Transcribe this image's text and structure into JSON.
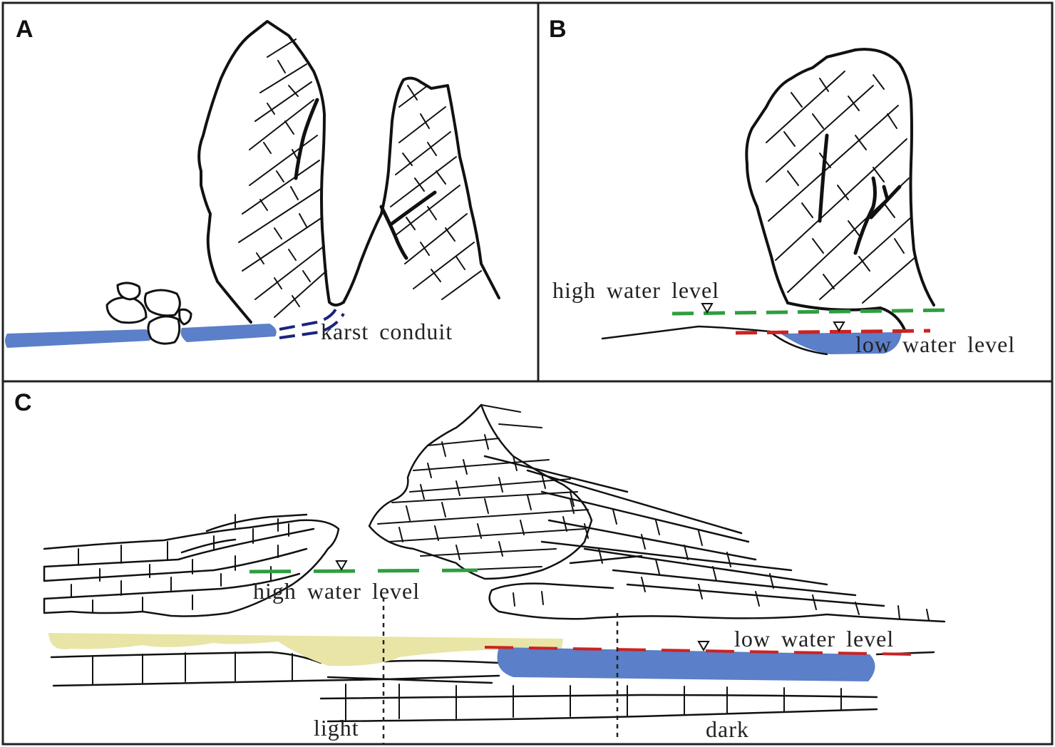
{
  "panels": {
    "a": {
      "letter": "A",
      "conduit_label": "karst conduit"
    },
    "b": {
      "letter": "B",
      "high_label": "high water level",
      "low_label": "low water level"
    },
    "c": {
      "letter": "C",
      "high_label": "high water level",
      "low_label": "low water level",
      "light_label": "light",
      "dark_label": "dark"
    }
  },
  "colors": {
    "water": "#5b7fc8",
    "high_water_line": "#2e9e3e",
    "low_water_line": "#cc2222",
    "conduit": "#1a237e",
    "sediment": "#e8e5a6"
  },
  "icons": {
    "water_level_marker": "inverted-triangle"
  }
}
